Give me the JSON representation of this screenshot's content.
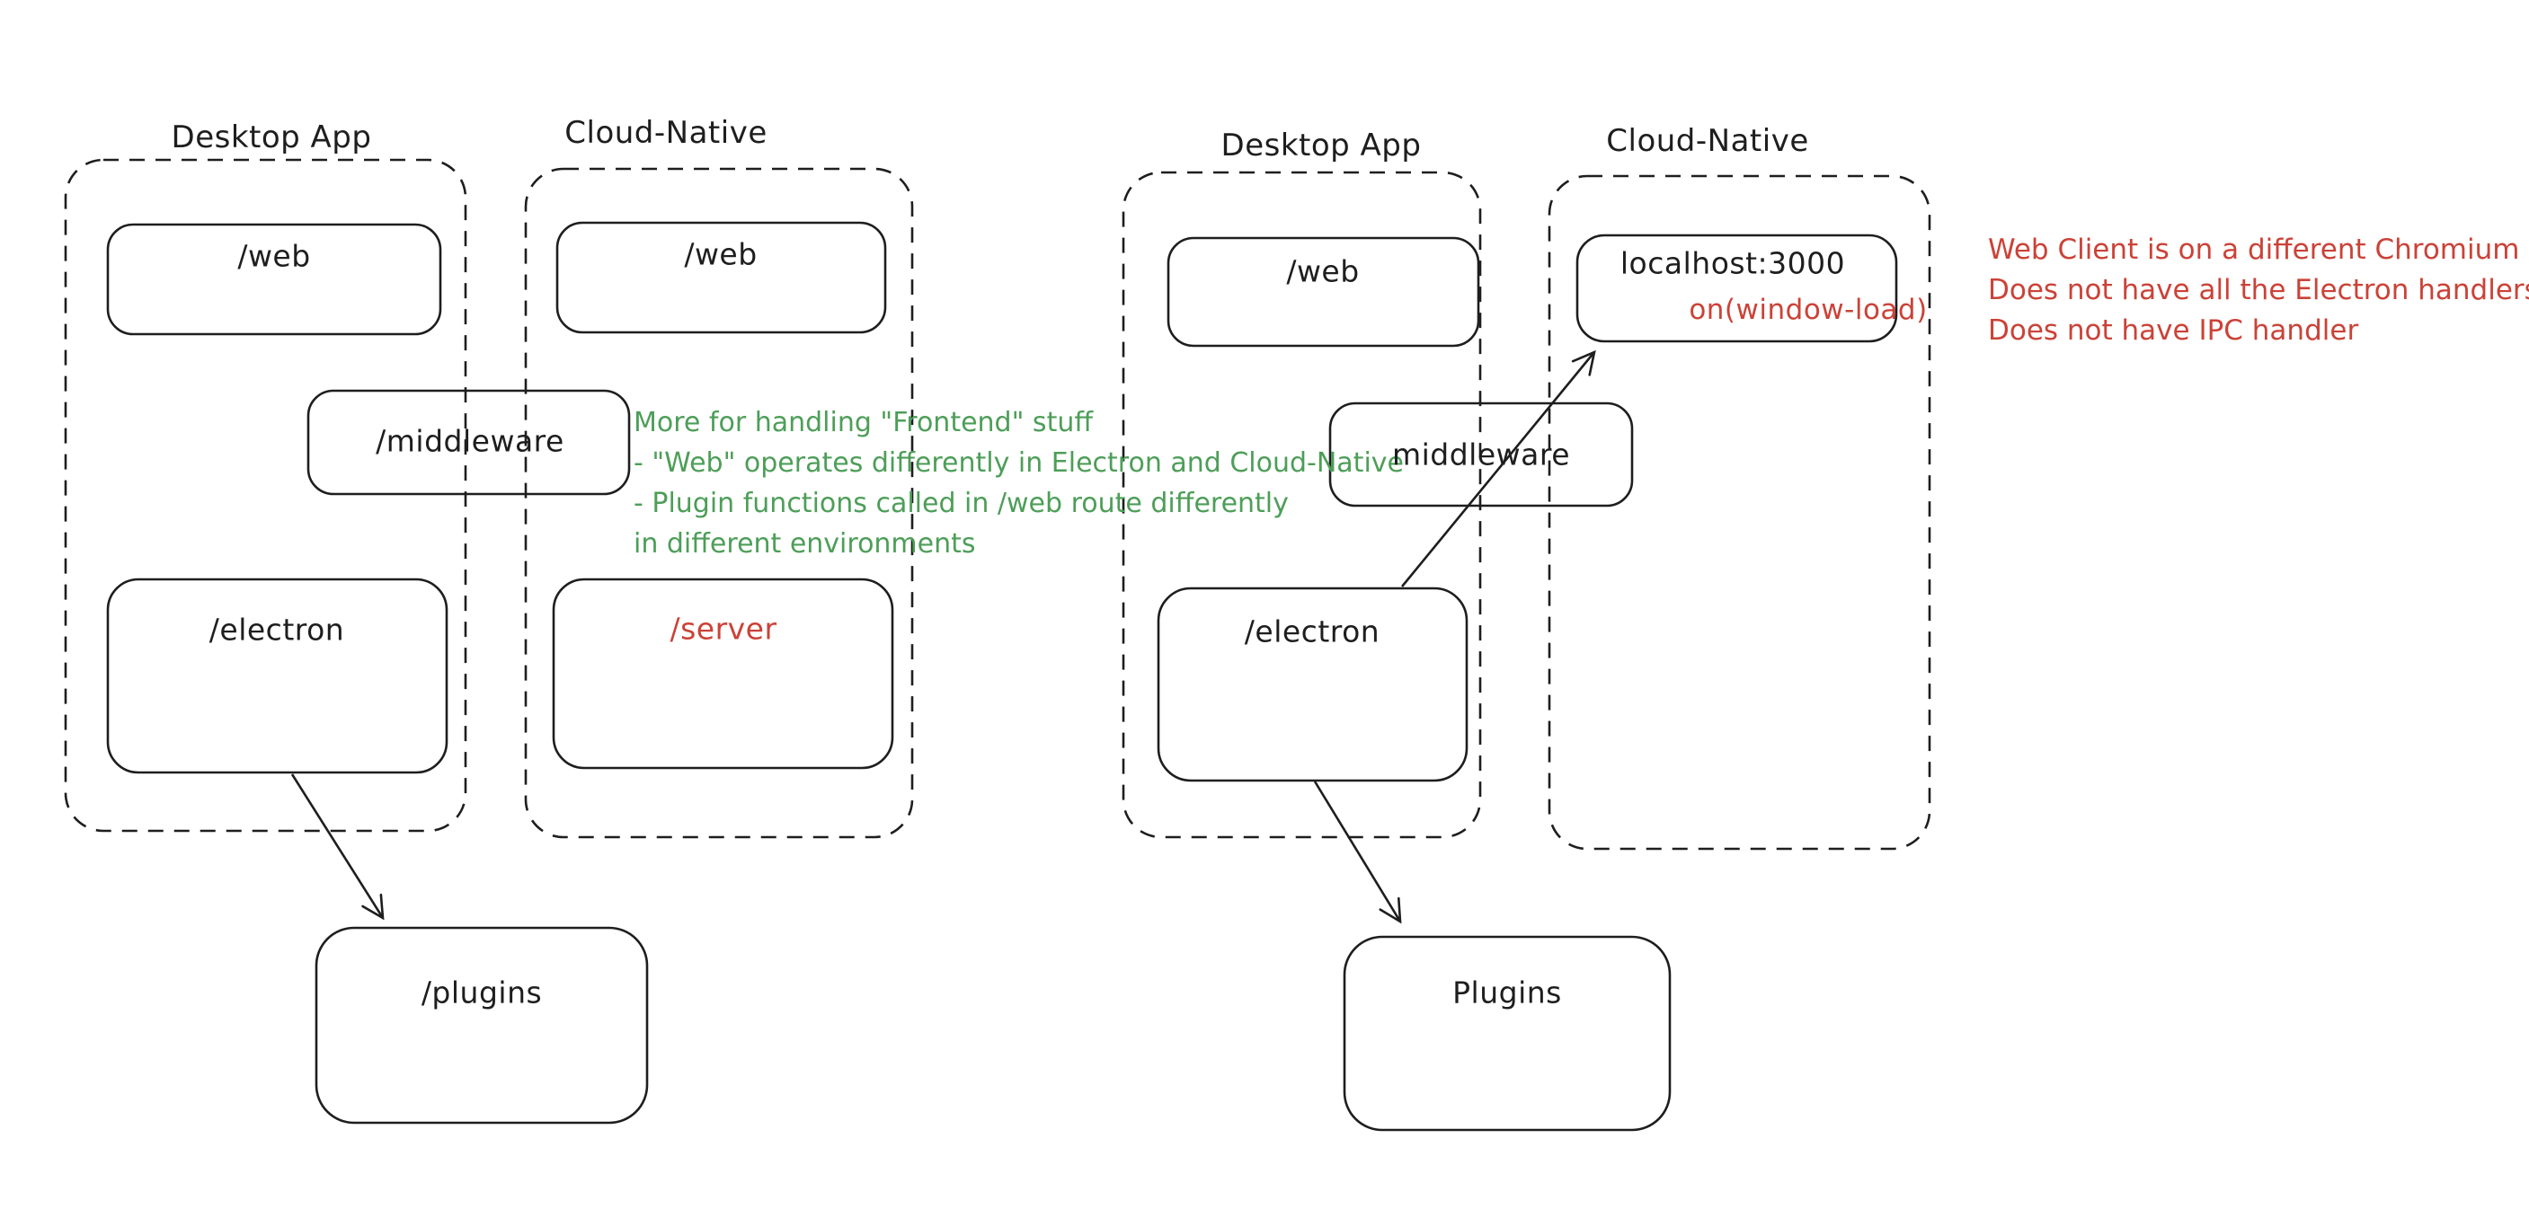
{
  "colors": {
    "ink": "#1e1e1e",
    "green": "#4d9e58",
    "red": "#cb4237",
    "background": "#ffffff"
  },
  "left": {
    "container_desktop_label": "Desktop App",
    "container_cloud_label": "Cloud-Native",
    "boxes": {
      "web_desktop": "/web",
      "web_cloud": "/web",
      "middleware": "/middleware",
      "electron": "/electron",
      "server": "/server",
      "plugins": "/plugins"
    },
    "green_note_lines": [
      "More for handling \"Frontend\" stuff",
      "- \"Web\" operates differently in Electron and Cloud-Native",
      "- Plugin functions called in /web route differently",
      "in different environments"
    ]
  },
  "right": {
    "container_desktop_label": "Desktop App",
    "container_cloud_label": "Cloud-Native",
    "boxes": {
      "web": "/web",
      "localhost": "localhost:3000",
      "localhost_event": "on(window-load)",
      "middleware": "middleware",
      "electron": "/electron",
      "plugins": "Plugins"
    },
    "red_note_lines": [
      "Web Client is on a different Chromium window",
      "Does not have all the Electron handlers",
      "Does not have IPC handler"
    ]
  }
}
